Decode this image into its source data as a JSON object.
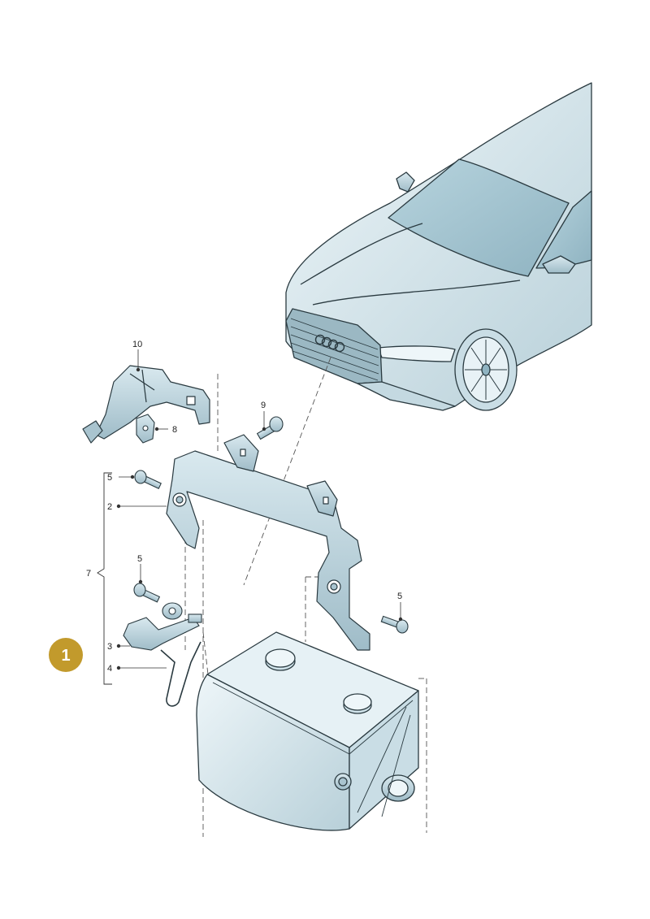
{
  "badge": {
    "number": "1",
    "color": "#c29a2c"
  },
  "callouts": {
    "c10": "10",
    "c9": "9",
    "c8": "8",
    "c5a": "5",
    "c2": "2",
    "c7": "7",
    "c5b": "5",
    "c3": "3",
    "c4": "4",
    "c5c": "5"
  },
  "colors": {
    "part_fill": "#d7e8ef",
    "part_fill_dark": "#a9c4cf",
    "outline": "#2a3a40",
    "body_fill": "#dcebf1"
  }
}
